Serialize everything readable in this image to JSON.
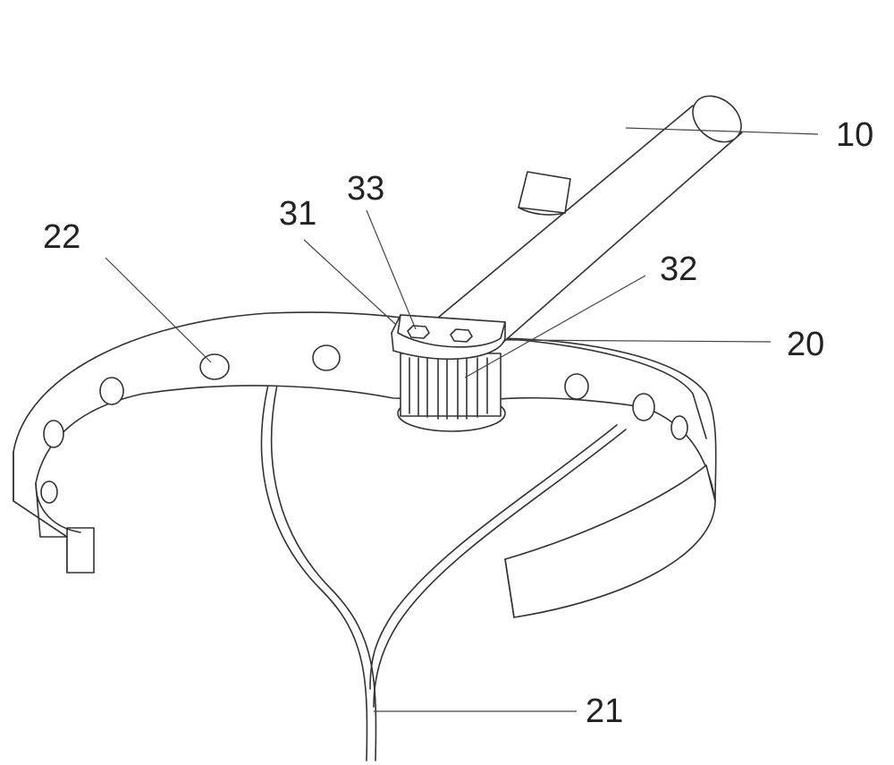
{
  "figure": {
    "labels": {
      "handle": "10",
      "band": "20",
      "strap": "21",
      "studs": "22",
      "seat": "31",
      "gear": "32",
      "bolts": "33"
    }
  }
}
